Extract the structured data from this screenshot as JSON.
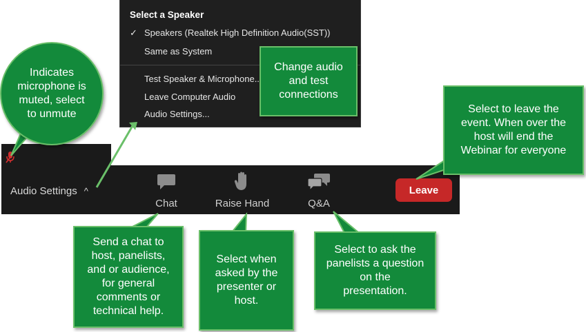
{
  "menu": {
    "title": "Select a Speaker",
    "checkmark": "✓",
    "items": [
      "Speakers (Realtek High Definition Audio(SST))",
      "Same as System",
      "Test Speaker & Microphone...",
      "Leave Computer Audio",
      "Audio Settings..."
    ]
  },
  "toolbar": {
    "audio_settings_label": "Audio Settings",
    "caret": "^",
    "chat_label": "Chat",
    "raise_hand_label": "Raise Hand",
    "qa_label": "Q&A",
    "leave_label": "Leave"
  },
  "callouts": {
    "mic": [
      "Indicates",
      "microphone is",
      "muted, select",
      "to unmute"
    ],
    "audio": [
      "Change audio",
      "and test",
      "connections"
    ],
    "leave": [
      "Select to leave the",
      "event. When over the",
      "host will end the",
      "Webinar for everyone"
    ],
    "chat": [
      "Send a chat to",
      "host, panelists,",
      "and or audience,",
      "for general",
      "comments or",
      "technical help."
    ],
    "raise_hand": [
      "Select when",
      "asked by the",
      "presenter or",
      "host."
    ],
    "qa": [
      "Select to ask the",
      "panelists a question",
      "on the",
      "presentation."
    ]
  },
  "colors": {
    "callout_green": "#138a3b",
    "leave_red": "#c62828",
    "toolbar_bg": "#1a1a1a"
  },
  "icons": [
    "mic-muted-icon",
    "chat-icon",
    "raise-hand-icon",
    "qa-icon",
    "check-icon",
    "caret-up-icon"
  ]
}
